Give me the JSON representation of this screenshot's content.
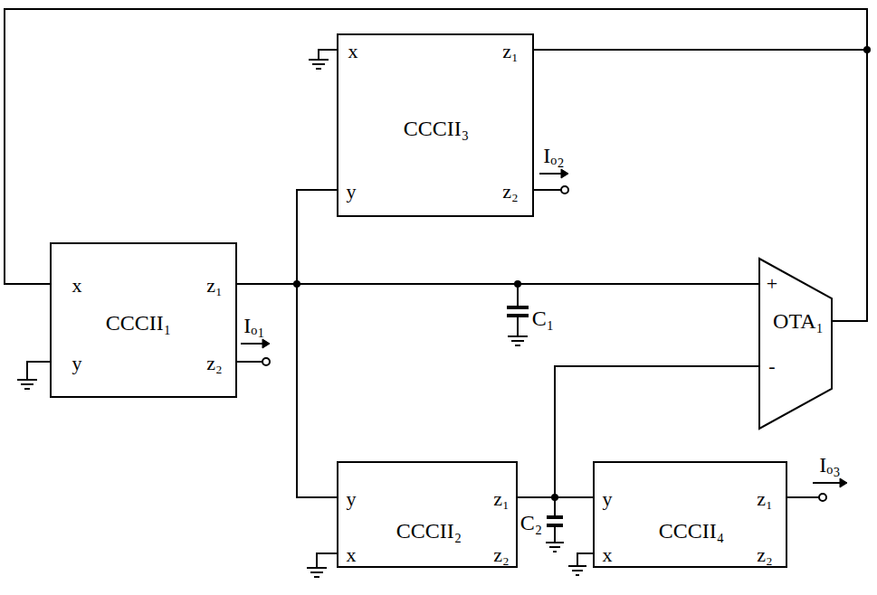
{
  "diagram": {
    "nodes": [
      {
        "text": [
          "x",
          "z₁",
          "CCCII₃",
          "y",
          "z₂"
        ]
      },
      {
        "text": [
          "x",
          "z₁",
          "CCCII₁",
          "y",
          "z₂"
        ]
      },
      {
        "text": [
          "+",
          "-",
          "OTA₁"
        ]
      },
      {
        "text": [
          "y",
          "z₁",
          "CCCII₂",
          "x",
          "z₂"
        ]
      },
      {
        "text": [
          "y",
          "z₁",
          "CCCII₄",
          "x",
          "z₂"
        ]
      }
    ],
    "edges": [
      {
        "from": 2,
        "to": 0,
        "arrow": "none"
      },
      {
        "from": 2,
        "to": 1,
        "arrow": "none"
      },
      {
        "from": 1,
        "to": 0,
        "arrow": "none"
      },
      {
        "from": 1,
        "to": 2,
        "arrow": "none"
      },
      {
        "from": 1,
        "to": 3,
        "arrow": "none"
      },
      {
        "from": 3,
        "to": 2,
        "arrow": "none"
      },
      {
        "from": 3,
        "to": 4,
        "arrow": "none"
      }
    ],
    "labels": [
      "Iₒ₂",
      "C₁",
      "Iₒ₁",
      "C₂",
      "Iₒ₃"
    ]
  }
}
